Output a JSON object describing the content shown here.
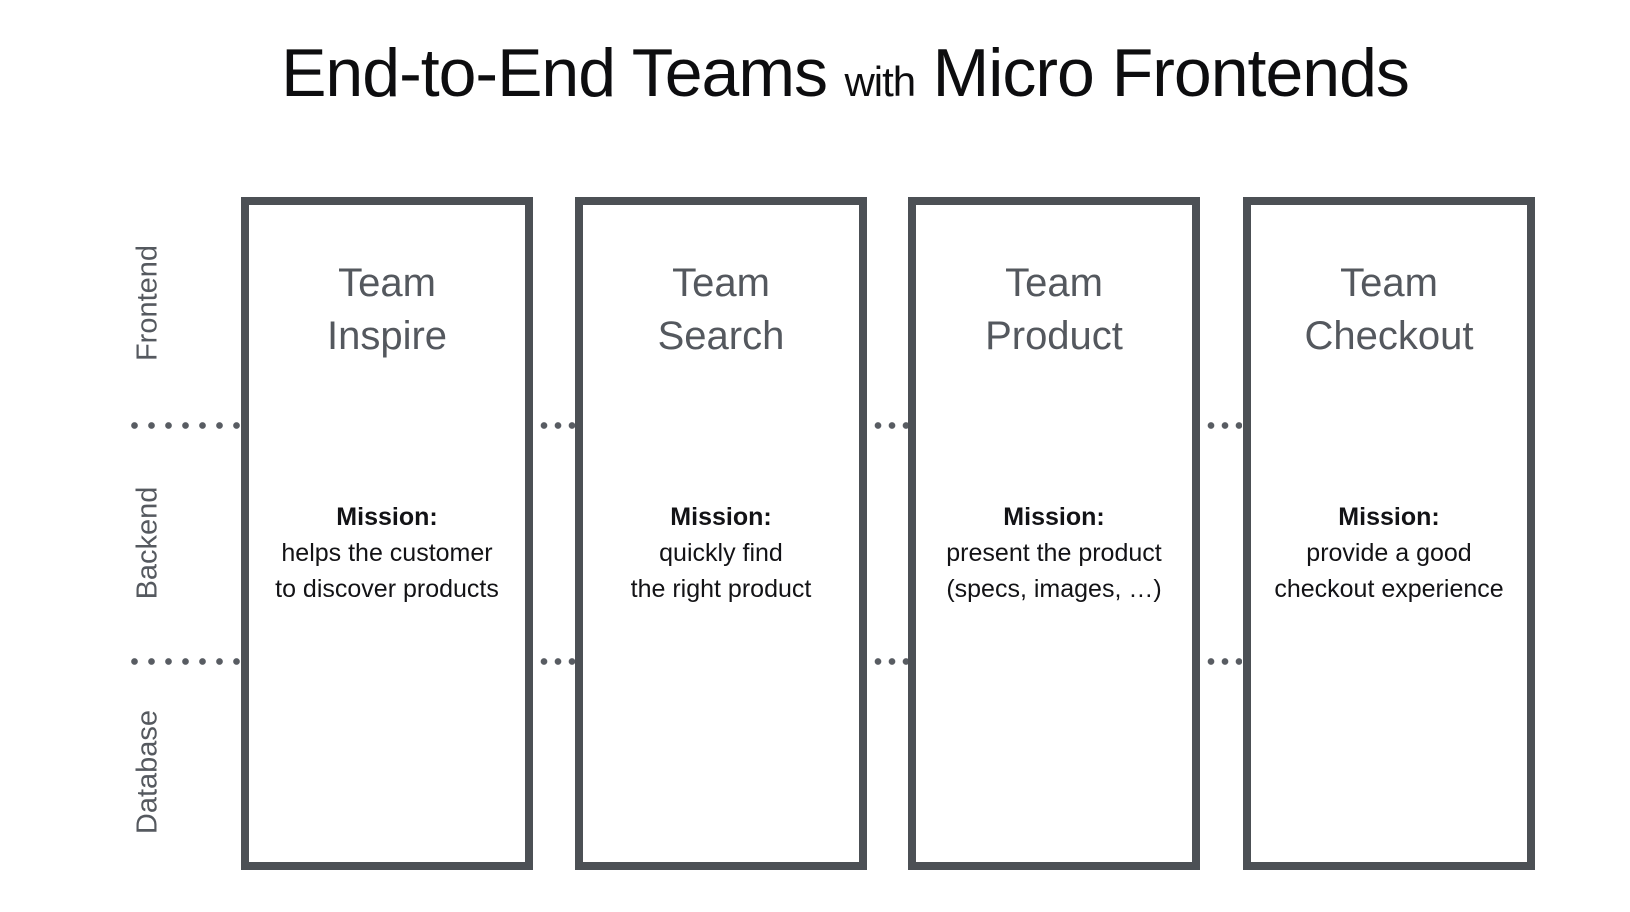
{
  "title": {
    "part1": "End-to-End Teams",
    "connector": "with",
    "part2": "Micro Frontends"
  },
  "row_labels": [
    {
      "label": "Frontend"
    },
    {
      "label": "Backend"
    },
    {
      "label": "Database"
    }
  ],
  "teams": [
    {
      "name_lines": [
        "Team",
        "Inspire"
      ],
      "mission_label": "Mission:",
      "mission_lines": [
        "helps the customer",
        "to discover products"
      ]
    },
    {
      "name_lines": [
        "Team",
        "Search"
      ],
      "mission_label": "Mission:",
      "mission_lines": [
        "quickly find",
        "the right product"
      ]
    },
    {
      "name_lines": [
        "Team",
        "Product"
      ],
      "mission_label": "Mission:",
      "mission_lines": [
        "present the product",
        "(specs, images, …)"
      ]
    },
    {
      "name_lines": [
        "Team",
        "Checkout"
      ],
      "mission_label": "Mission:",
      "mission_lines": [
        "provide a good",
        "checkout experience"
      ]
    }
  ],
  "colors": {
    "box_border": "#4c5055",
    "team_name_text": "#54585e",
    "row_label_text": "#55595f",
    "mission_text": "#131316",
    "dot": "#585c62",
    "title_text": "#0d0d0f",
    "background": "#ffffff"
  }
}
